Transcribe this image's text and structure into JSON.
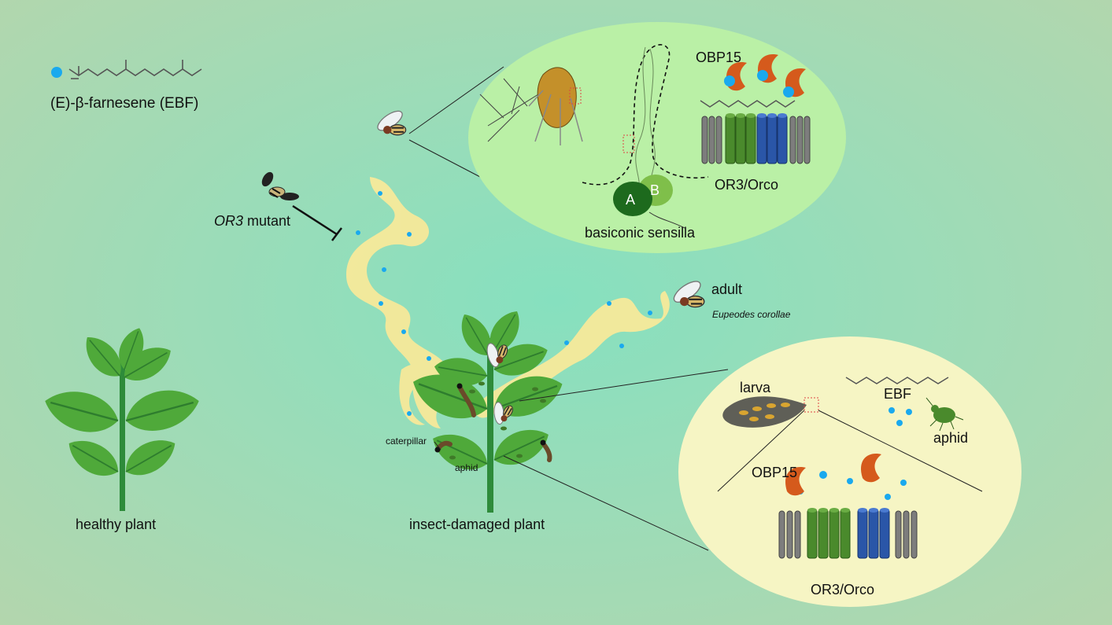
{
  "legend": {
    "molecule_label": "(E)-β-farnesene (EBF)",
    "colors": {
      "ebf_dot": "#1aa9ee"
    }
  },
  "mutant": {
    "gene": "OR3",
    "suffix": " mutant"
  },
  "plants": {
    "healthy": "healthy plant",
    "damaged": "insect-damaged plant",
    "caterpillar": "caterpillar",
    "aphid": "aphid"
  },
  "adult": {
    "label": "adult",
    "species": "Eupeodes corollae"
  },
  "sensilla_panel": {
    "obp": "OBP15",
    "receptor": "OR3/Orco",
    "neuron_a": "A",
    "neuron_b": "B",
    "title": "basiconic sensilla"
  },
  "larva_panel": {
    "larva": "larva",
    "ebf": "EBF",
    "aphid": "aphid",
    "obp": "OBP15",
    "receptor": "OR3/Orco"
  },
  "colors": {
    "upper_ellipse": "#baf0a6",
    "lower_ellipse": "#f6f5c4",
    "plume": "#f7e99a",
    "leaf": "#4fa93a",
    "stem": "#2e8b3a",
    "obp": "#d55a1c",
    "orco_green": "#4a8a2c",
    "or_blue": "#2a56a8",
    "membrane_gray": "#7d7d7d"
  }
}
